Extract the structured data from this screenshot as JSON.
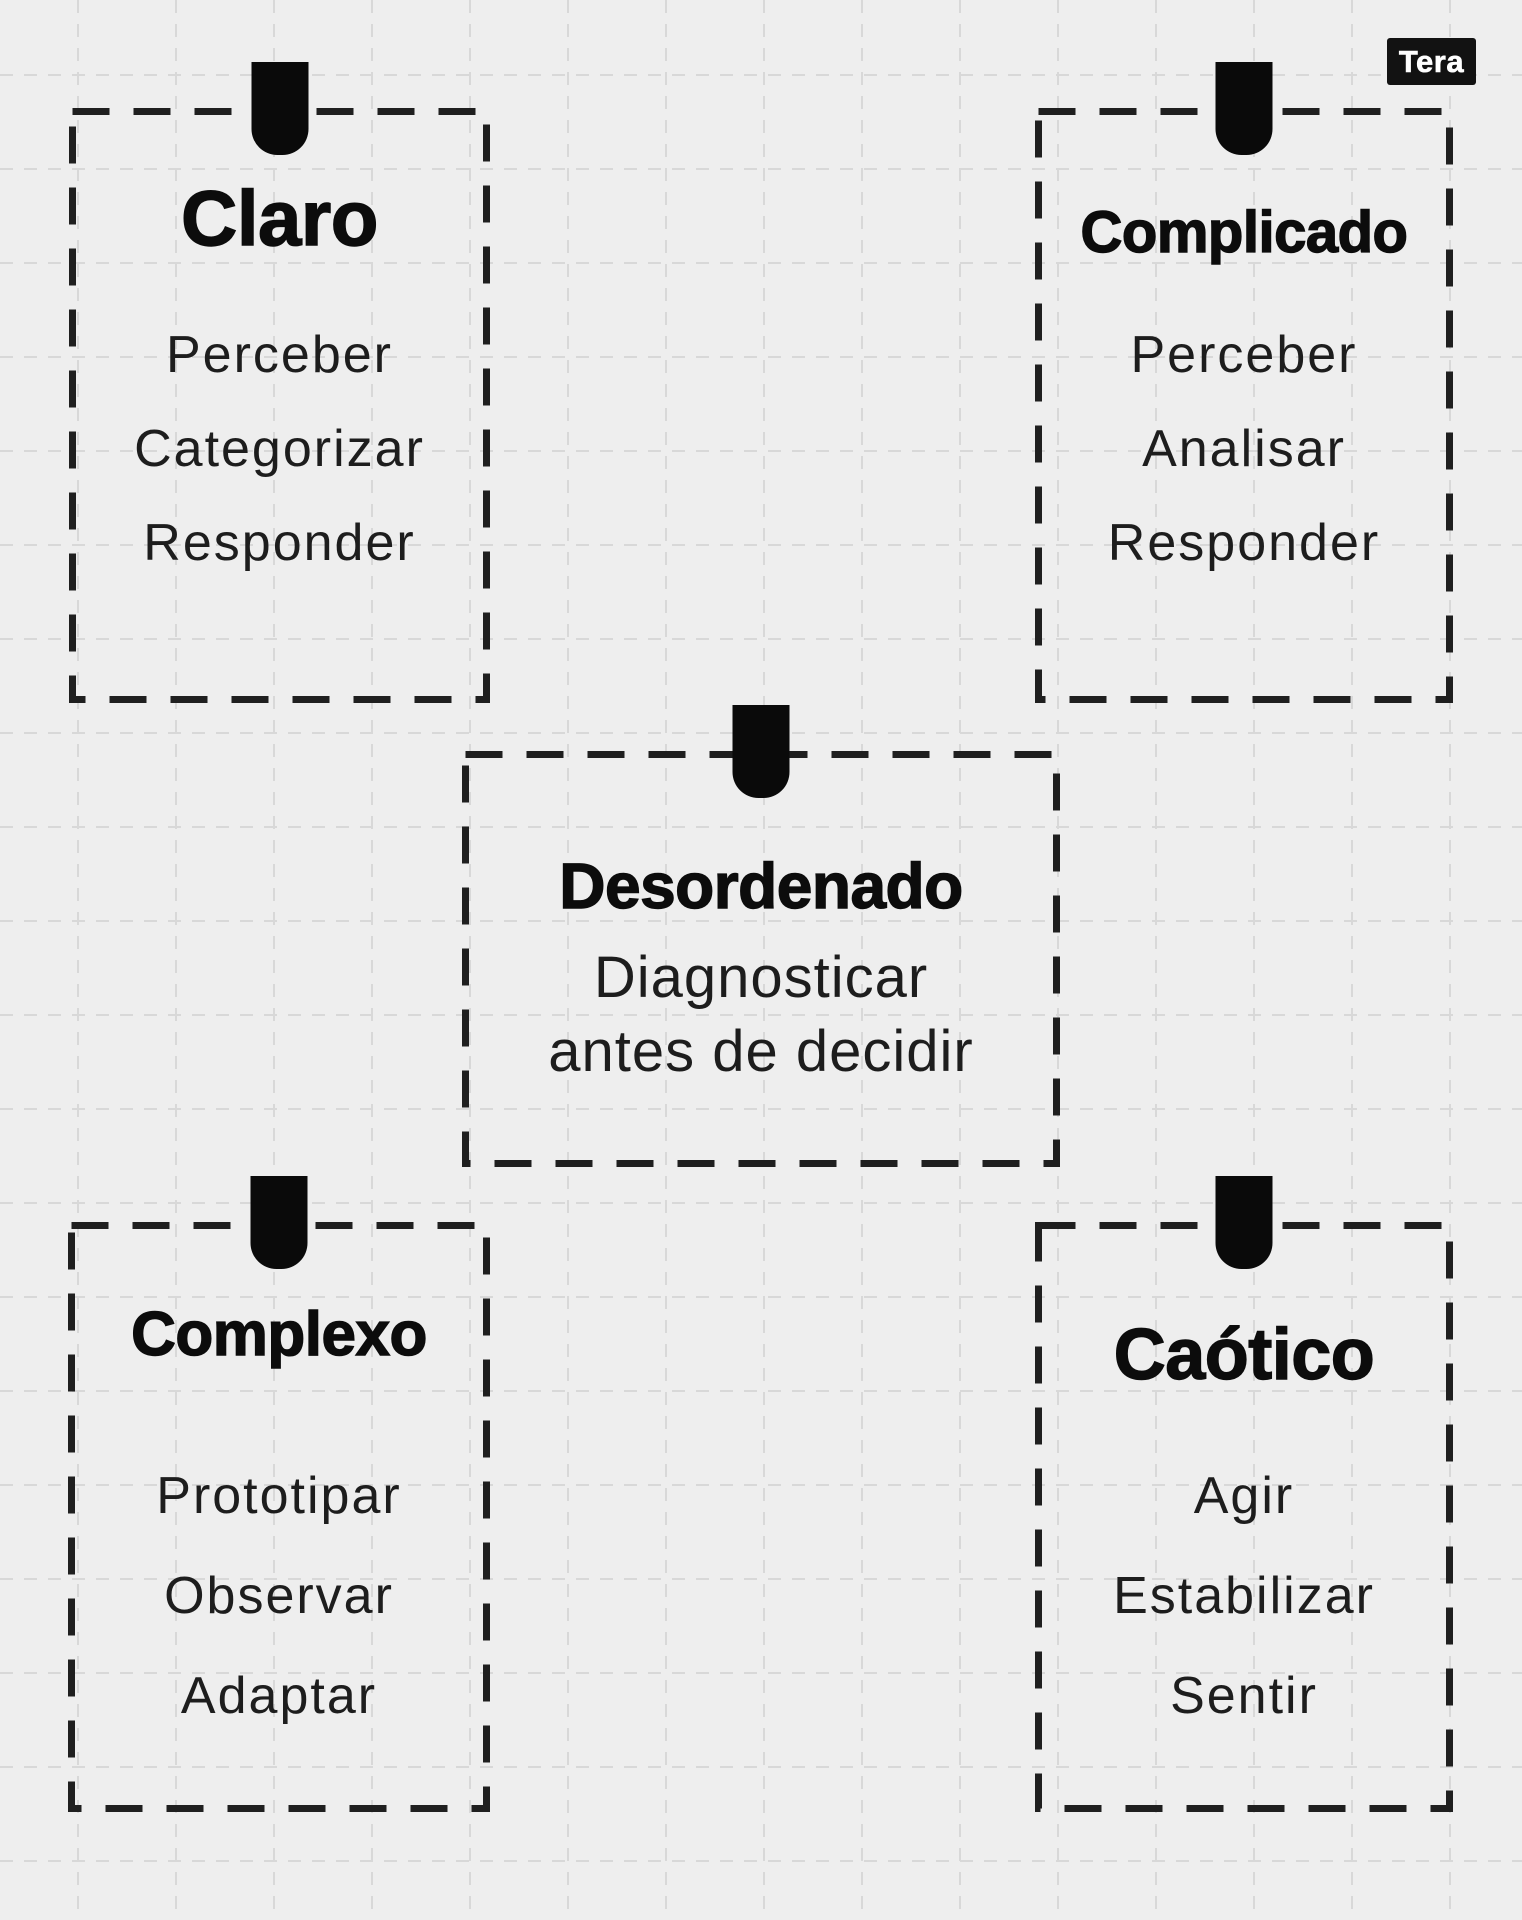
{
  "brand": {
    "logo_text": "Tera"
  },
  "colors": {
    "background": "#eeeeee",
    "grid_line": "#d8d8d8",
    "border_color": "#1f1f1f",
    "pin_color": "#0a0a0a",
    "title_color": "#0c0c0c",
    "item_color": "#1d1d1d",
    "logo_bg": "#121212",
    "logo_text_color": "#ffffff"
  },
  "quadrants": {
    "claro": {
      "title": "Claro",
      "items": [
        "Perceber",
        "Categorizar",
        "Responder"
      ]
    },
    "complicado": {
      "title": "Complicado",
      "items": [
        "Perceber",
        "Analisar",
        "Responder"
      ]
    },
    "desordenado": {
      "title": "Desordenado",
      "lines": [
        "Diagnosticar",
        "antes de decidir"
      ]
    },
    "complexo": {
      "title": "Complexo",
      "items": [
        "Prototipar",
        "Observar",
        "Adaptar"
      ]
    },
    "caotico": {
      "title": "Caótico",
      "items": [
        "Agir",
        "Estabilizar",
        "Sentir"
      ]
    }
  }
}
